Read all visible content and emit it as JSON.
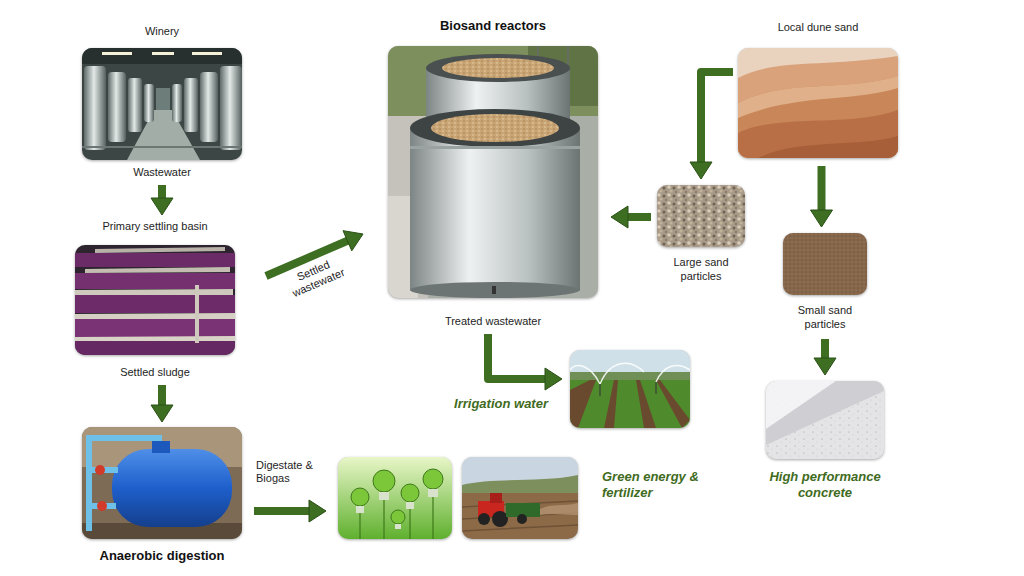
{
  "diagram": {
    "nodes": [
      {
        "text": [
          "Winery",
          "Wastewater"
        ]
      },
      {
        "text": [
          "Biosand reactors",
          "Treated wastewater"
        ]
      },
      {
        "text": [
          "Local dune sand"
        ]
      },
      {
        "text": [
          "Primary settling basin",
          "Settled sludge"
        ]
      },
      {
        "text": [
          "Large sand particles"
        ]
      },
      {
        "text": [
          "Small sand particles"
        ]
      },
      {
        "text": [
          "Irrigation water"
        ]
      },
      {
        "text": [
          "Anaerobic digestion"
        ]
      },
      {
        "text": [
          "Green energy & fertilizer"
        ]
      },
      {
        "text": [
          "High performance concrete"
        ]
      }
    ],
    "edges": [
      {
        "from": 0,
        "to": 3,
        "arrow": "to"
      },
      {
        "from": 3,
        "to": 1,
        "label": "Settled wastewater",
        "arrow": "to"
      },
      {
        "from": 3,
        "to": 7,
        "arrow": "to"
      },
      {
        "from": 7,
        "to": 8,
        "label": "Digestate & Biogas",
        "arrow": "to"
      },
      {
        "from": 1,
        "to": 6,
        "arrow": "to"
      },
      {
        "from": 2,
        "to": 4,
        "arrow": "to"
      },
      {
        "from": 4,
        "to": 1,
        "arrow": "to"
      },
      {
        "from": 2,
        "to": 5,
        "arrow": "to"
      },
      {
        "from": 5,
        "to": 9,
        "arrow": "to"
      }
    ]
  }
}
